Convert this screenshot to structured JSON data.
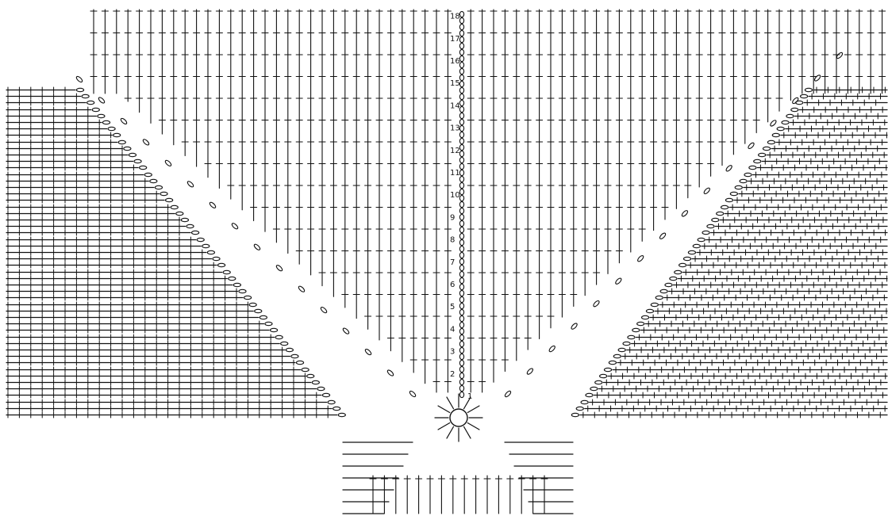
{
  "diagram": {
    "type": "crochet-chart",
    "ink_color": "#111111",
    "background": "#ffffff",
    "round_labels": [
      "1",
      "2",
      "3",
      "4",
      "5",
      "6",
      "7",
      "8",
      "9",
      "10",
      "11",
      "12",
      "13",
      "14",
      "15",
      "16",
      "17",
      "18"
    ],
    "symbols": [
      "double-crochet",
      "chain",
      "slip-stitch",
      "magic-ring"
    ]
  }
}
